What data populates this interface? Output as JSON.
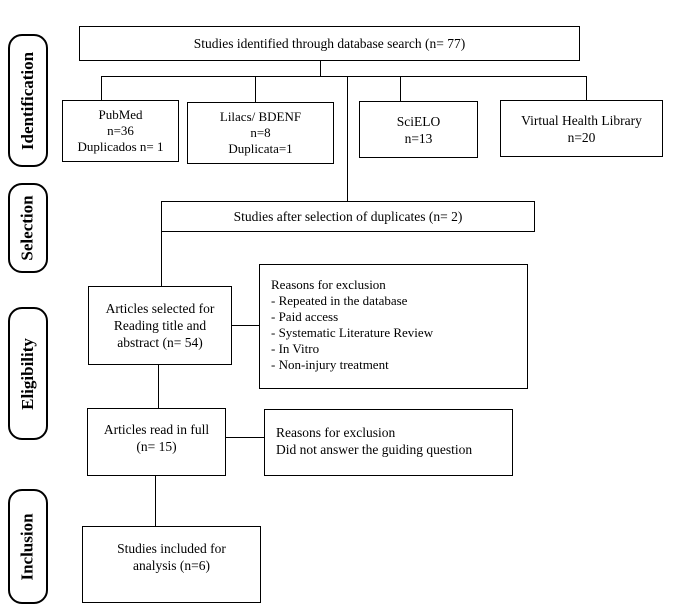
{
  "stages": {
    "identification": "Identification",
    "selection": "Selection",
    "eligibility": "Eligibility",
    "inclusion": "Inclusion"
  },
  "identified": "Studies identified through database search (n= 77)",
  "databases": [
    {
      "name": "PubMed",
      "count": "n=36",
      "note": "Duplicados n= 1"
    },
    {
      "name": "Lilacs/ BDENF",
      "count": "n=8",
      "note": "Duplicata=1"
    },
    {
      "name": "SciELO",
      "count": "n=13",
      "note": ""
    },
    {
      "name": "Virtual Health Library",
      "count": "n=20",
      "note": ""
    }
  ],
  "after_duplicates": "Studies after selection of duplicates (n= 2)",
  "selected": {
    "line1": "Articles selected for",
    "line2": "Reading title and",
    "line3": "abstract (n= 54)"
  },
  "exclusion1": {
    "title": "Reasons for exclusion",
    "items": [
      "- Repeated in the database",
      "- Paid access",
      "- Systematic Literature Review",
      "- In Vitro",
      "- Non-injury treatment"
    ]
  },
  "full_read": {
    "line1": "Articles read in full",
    "line2": "(n= 15)"
  },
  "exclusion2": {
    "title": "Reasons for exclusion",
    "reason": "Did not answer the guiding question"
  },
  "included": {
    "line1": "Studies included for",
    "line2": "analysis (n=6)"
  }
}
